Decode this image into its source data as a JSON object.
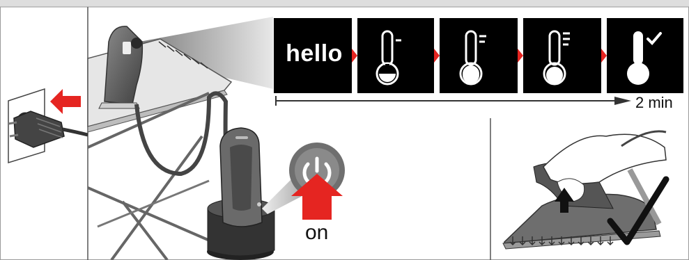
{
  "labels": {
    "hello": "hello",
    "duration": "2 min",
    "power_state": "on"
  },
  "display_steps": [
    {
      "kind": "text",
      "icon": "hello-display"
    },
    {
      "kind": "icon",
      "icon": "thermometer-level-1-icon"
    },
    {
      "kind": "icon",
      "icon": "thermometer-level-2-icon"
    },
    {
      "kind": "icon",
      "icon": "thermometer-level-3-icon"
    },
    {
      "kind": "icon",
      "icon": "thermometer-ready-icon"
    }
  ],
  "colors": {
    "display_bg": "#000000",
    "display_fg": "#ffffff",
    "accent_red": "#e52521",
    "iron_gray": "#5c5c5c",
    "board_gray": "#dcdcdc",
    "dark_base": "#2c2c2c"
  }
}
